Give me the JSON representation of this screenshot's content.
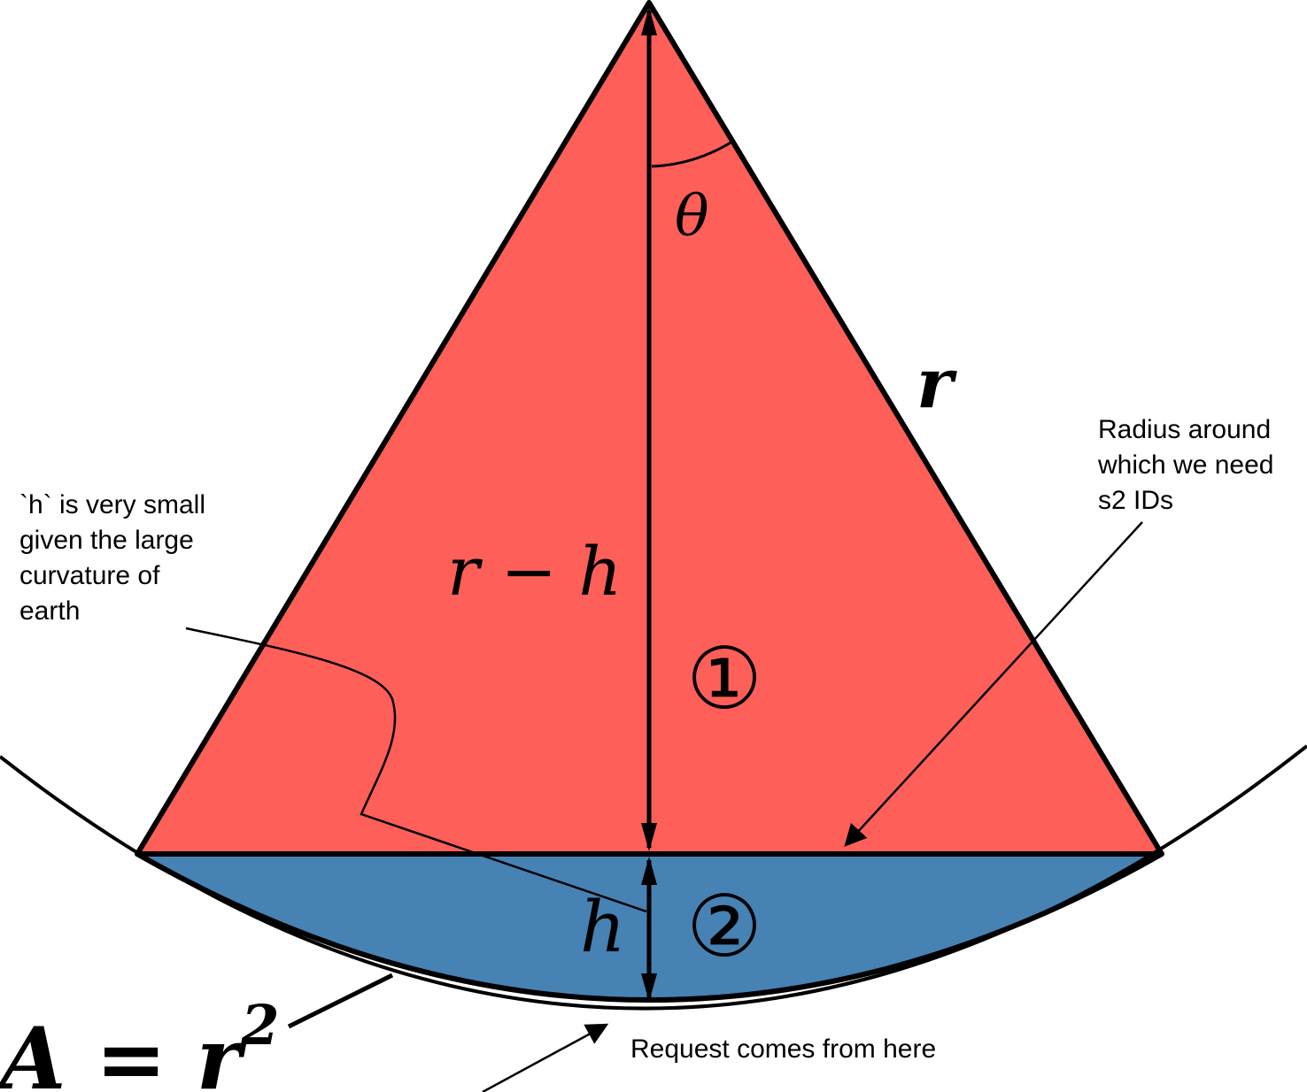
{
  "colors": {
    "triangle_fill": "#FE5F59",
    "segment_fill": "#4682B4",
    "stroke": "#000000",
    "background": "#FFFFFF"
  },
  "labels": {
    "theta": "θ",
    "r": "r",
    "r_minus_h": "r − h",
    "h": "h",
    "region_1": "①",
    "region_2": "②",
    "area_formula_lhs": "A = r",
    "area_formula_exp": "2"
  },
  "annotations": {
    "h_note": "`h` is very small\ngiven the large\ncurvature of\nearth",
    "radius_note": "Radius around\nwhich we need\ns2 IDs",
    "request_note": "Request comes from here"
  }
}
